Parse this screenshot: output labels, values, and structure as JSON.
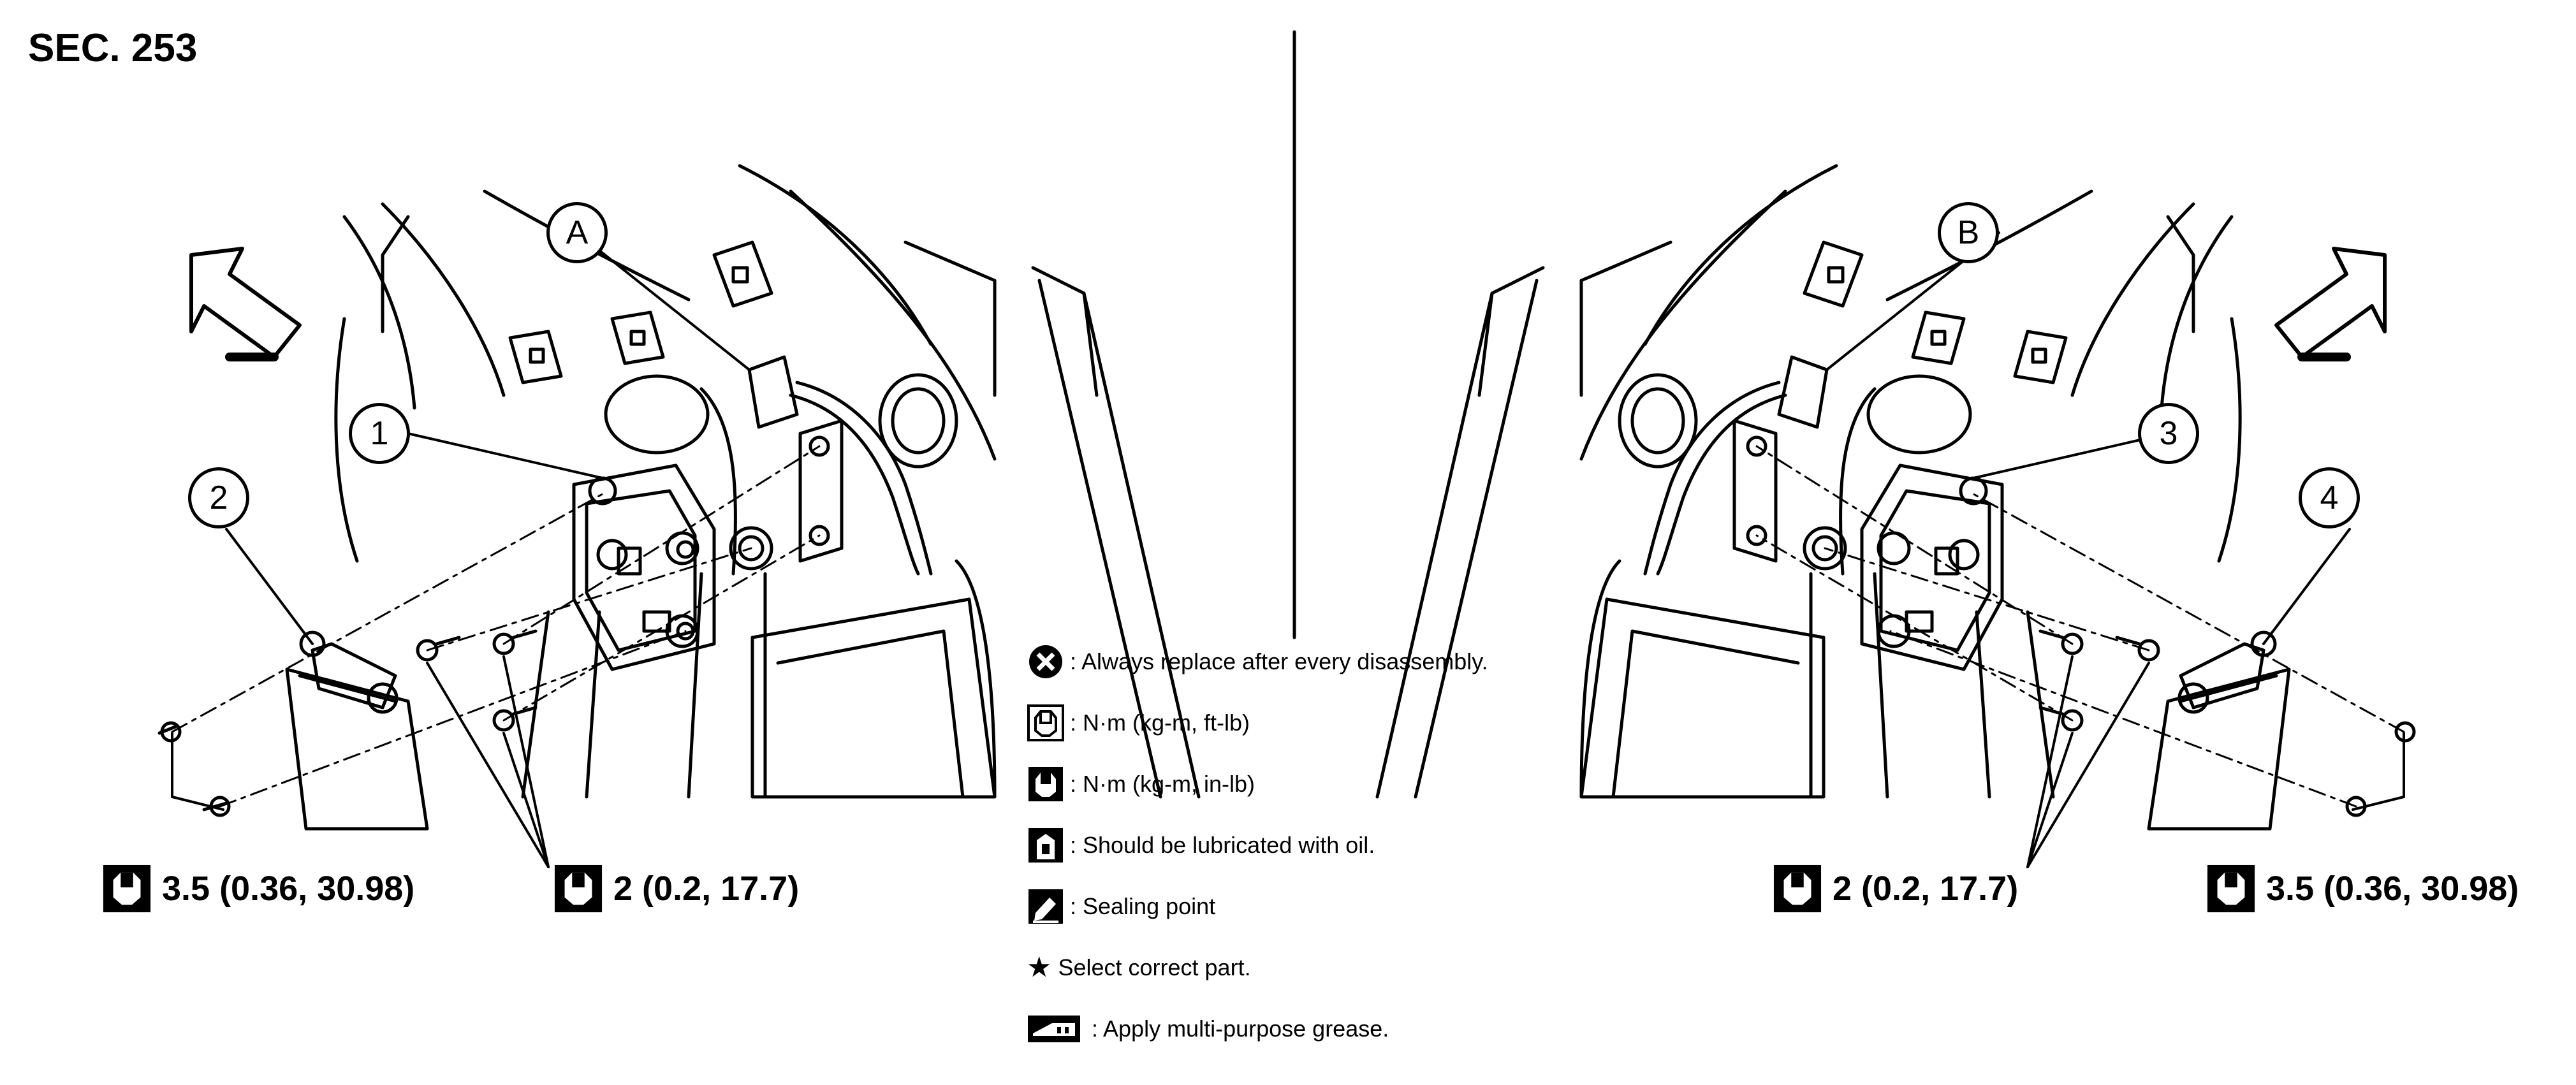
{
  "section": "SEC. 253",
  "callouts": {
    "a": "A",
    "b": "B",
    "c1": "1",
    "c2": "2",
    "c3": "3",
    "c4": "4"
  },
  "torque_labels": {
    "left_outer": "3.5 (0.36, 30.98)",
    "left_inner": "2 (0.2, 17.7)",
    "right_inner": "2 (0.2, 17.7)",
    "right_outer": "3.5 (0.36, 30.98)"
  },
  "legend": [
    {
      "icon": "x-circle-icon",
      "text": ": Always replace after every disassembly."
    },
    {
      "icon": "torque-ftlb-icon",
      "text": ": N·m (kg-m, ft-lb)"
    },
    {
      "icon": "torque-inlb-icon",
      "text": ": N·m (kg-m, in-lb)"
    },
    {
      "icon": "oil-can-icon",
      "text": ": Should be lubricated with oil."
    },
    {
      "icon": "sealing-point-icon",
      "text": ": Sealing point"
    },
    {
      "icon": "star-icon",
      "text": "Select correct part."
    },
    {
      "icon": "grease-icon",
      "text": ": Apply multi-purpose grease."
    }
  ]
}
